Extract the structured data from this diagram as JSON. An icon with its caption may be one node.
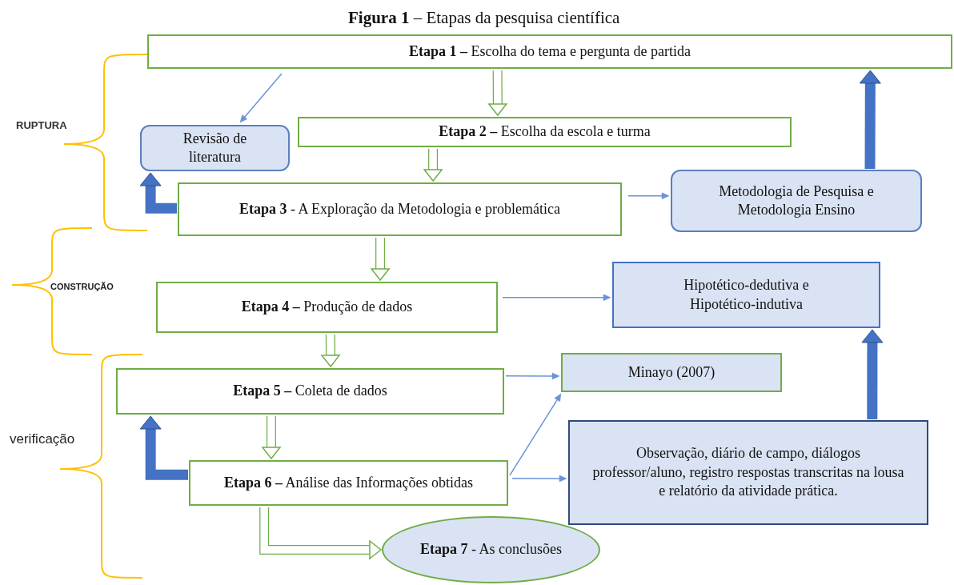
{
  "diagram": {
    "title": "**Figura 1** – Etapas da pesquisa científica",
    "nodes": [
      {
        "text": [
          "**Etapa 1 –** Escolha do tema e pergunta de partida"
        ]
      },
      {
        "text": [
          "Revisão de literatura"
        ]
      },
      {
        "text": [
          "**Etapa 2 –** Escolha da escola e turma"
        ]
      },
      {
        "text": [
          "**Etapa 3** - A Exploração da Metodologia e problemática"
        ]
      },
      {
        "text": [
          "Metodologia de Pesquisa e Metodologia Ensino"
        ]
      },
      {
        "text": [
          "**Etapa 4 –** Produção de dados"
        ]
      },
      {
        "text": [
          "Hipotético-dedutiva e Hipotético-indutiva"
        ]
      },
      {
        "text": [
          "**Etapa 5 –** Coleta de dados"
        ]
      },
      {
        "text": [
          "Minayo (2007)"
        ]
      },
      {
        "text": [
          "**Etapa 6 –** Análise das Informações obtidas"
        ]
      },
      {
        "text": [
          "Observação, diário de campo, diálogos professor/aluno, registro respostas transcritas na lousa e relatório da atividade prática."
        ]
      },
      {
        "text": [
          "**Etapa 7** - As conclusões"
        ]
      }
    ],
    "edges": [
      {
        "from": 0,
        "to": 1,
        "arrow": "to",
        "color": "#6a93d8"
      },
      {
        "from": 0,
        "to": 2,
        "arrow": "to",
        "color": "#70ad47"
      },
      {
        "from": 2,
        "to": 3,
        "arrow": "to",
        "color": "#70ad47"
      },
      {
        "from": 3,
        "to": 1,
        "arrow": "to",
        "color": "#4472c4"
      },
      {
        "from": 3,
        "to": 4,
        "arrow": "to",
        "color": "#6a93d8"
      },
      {
        "from": 3,
        "to": 5,
        "arrow": "to",
        "color": "#70ad47"
      },
      {
        "from": 5,
        "to": 6,
        "arrow": "to",
        "color": "#6a93d8"
      },
      {
        "from": 5,
        "to": 7,
        "arrow": "to",
        "color": "#70ad47"
      },
      {
        "from": 7,
        "to": 8,
        "arrow": "to",
        "color": "#6a93d8"
      },
      {
        "from": 7,
        "to": 9,
        "arrow": "to",
        "color": "#70ad47"
      },
      {
        "from": 9,
        "to": 8,
        "arrow": "to",
        "color": "#6a93d8"
      },
      {
        "from": 9,
        "to": 10,
        "arrow": "to",
        "color": "#6a93d8"
      },
      {
        "from": 9,
        "to": 7,
        "arrow": "to",
        "color": "#4472c4"
      },
      {
        "from": 9,
        "to": 11,
        "arrow": "to",
        "color": "#70ad47"
      },
      {
        "from": 4,
        "to": 0,
        "arrow": "to",
        "color": "#4472c4"
      },
      {
        "from": 10,
        "to": 6,
        "arrow": "to",
        "color": "#4472c4"
      }
    ],
    "labels": [
      "RUPTURA",
      "CONSTRUÇÃO",
      "verificação"
    ]
  }
}
